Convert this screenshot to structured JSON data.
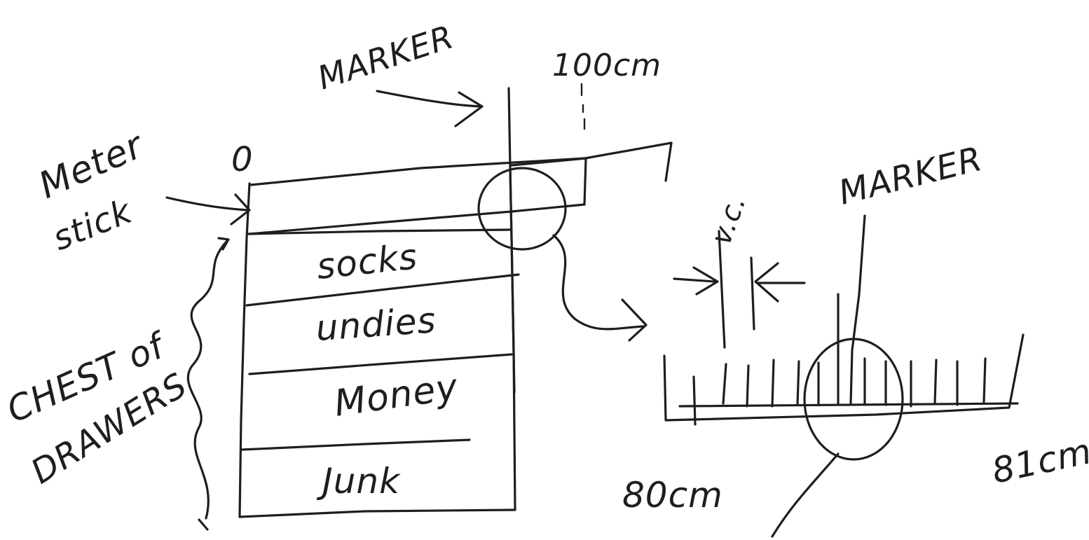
{
  "labels": {
    "marker_top": "MARKER",
    "hundred_cm": "100cm",
    "zero": "0",
    "meter_stick": [
      "Meter",
      "stick"
    ],
    "chest_of_drawers": [
      "CHEST of",
      "DRAWERS"
    ],
    "drawers": [
      "socks",
      "undies",
      "Money",
      "Junk"
    ],
    "marker_right": "MARKER",
    "vc": "v.c.",
    "eighty_cm": "80cm",
    "eightyone_cm": "81cm"
  }
}
